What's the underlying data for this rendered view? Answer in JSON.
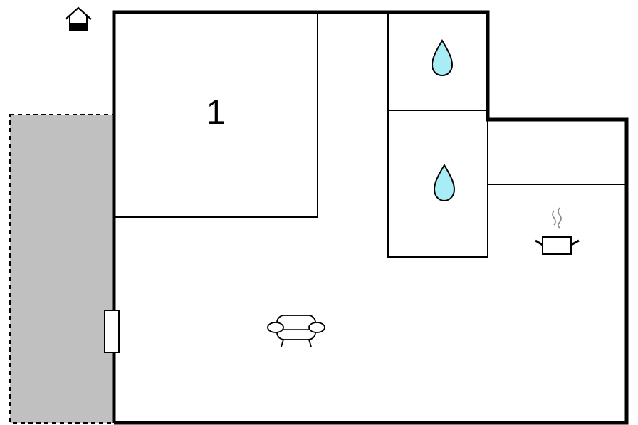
{
  "floorplan": {
    "rooms": [
      {
        "id": "bedroom-1",
        "label": "1"
      }
    ],
    "icons": {
      "entrance": "house-entrance-icon",
      "bathroom_top": "water-drop-icon",
      "bathroom_bottom": "water-drop-icon",
      "kitchen": "cooking-pot-icon",
      "living": "sofa-icon",
      "door": "door-marker"
    },
    "colors": {
      "wall": "#000000",
      "terrace_fill": "#c0c0c0",
      "water": "#a8ecf5",
      "background": "#ffffff"
    }
  }
}
